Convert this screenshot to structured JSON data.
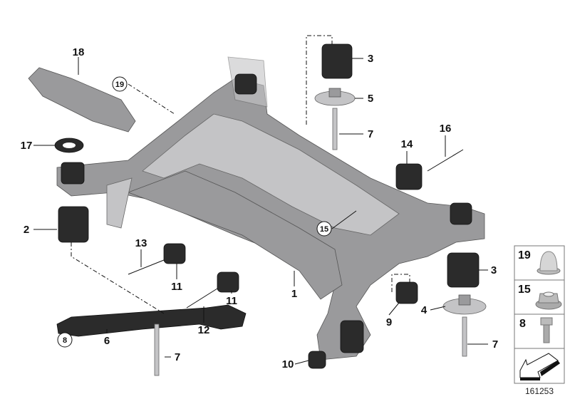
{
  "diagram_id": "161253",
  "callouts": [
    {
      "label": "18"
    },
    {
      "label": "19",
      "circled": true
    },
    {
      "label": "17"
    },
    {
      "label": "2"
    },
    {
      "label": "13"
    },
    {
      "label": "11"
    },
    {
      "label": "11"
    },
    {
      "label": "12"
    },
    {
      "label": "1"
    },
    {
      "label": "6"
    },
    {
      "label": "8",
      "circled": true
    },
    {
      "label": "7"
    },
    {
      "label": "10"
    },
    {
      "label": "9"
    },
    {
      "label": "4"
    },
    {
      "label": "7"
    },
    {
      "label": "3"
    },
    {
      "label": "15",
      "circled": true
    },
    {
      "label": "14"
    },
    {
      "label": "16"
    },
    {
      "label": "3"
    },
    {
      "label": "5"
    },
    {
      "label": "7"
    }
  ],
  "legend_panel": {
    "items": [
      {
        "number": "19",
        "icon": "cap-nut-icon"
      },
      {
        "number": "15",
        "icon": "hex-collar-nut-icon"
      },
      {
        "number": "8",
        "icon": "hex-bolt-icon"
      },
      {
        "icon": "direction-arrow-icon"
      }
    ]
  }
}
